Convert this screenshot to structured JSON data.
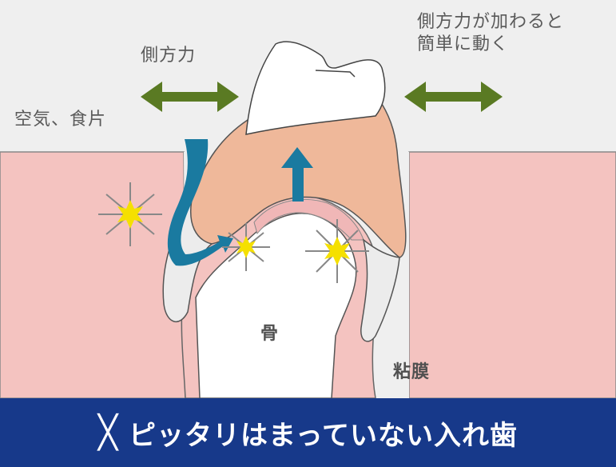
{
  "labels": {
    "lateral_force": "側方力",
    "air_food": "空気、食片",
    "moves_easily": "側方力が加わると\n簡単に動く",
    "bone": "骨",
    "mucosa": "粘膜"
  },
  "banner": {
    "mark": "╳",
    "text": "ピッタリはまっていない入れ歯"
  },
  "icons": {
    "left_arrow": "double-headed-arrow",
    "right_arrow": "double-headed-arrow",
    "up_arrow": "up-arrow",
    "flow_arrow": "curved-arrow",
    "stars": [
      "pain-star",
      "pain-star",
      "pain-star"
    ]
  },
  "colors": {
    "background": "#efefef",
    "gum": "#f4c3c0",
    "denture_base": "#efb89a",
    "arrow_green": "#5a7a23",
    "arrow_blue": "#1a7aa0",
    "star_yellow": "#f5e000",
    "banner": "#17398a",
    "text": "#5a5a5a"
  }
}
